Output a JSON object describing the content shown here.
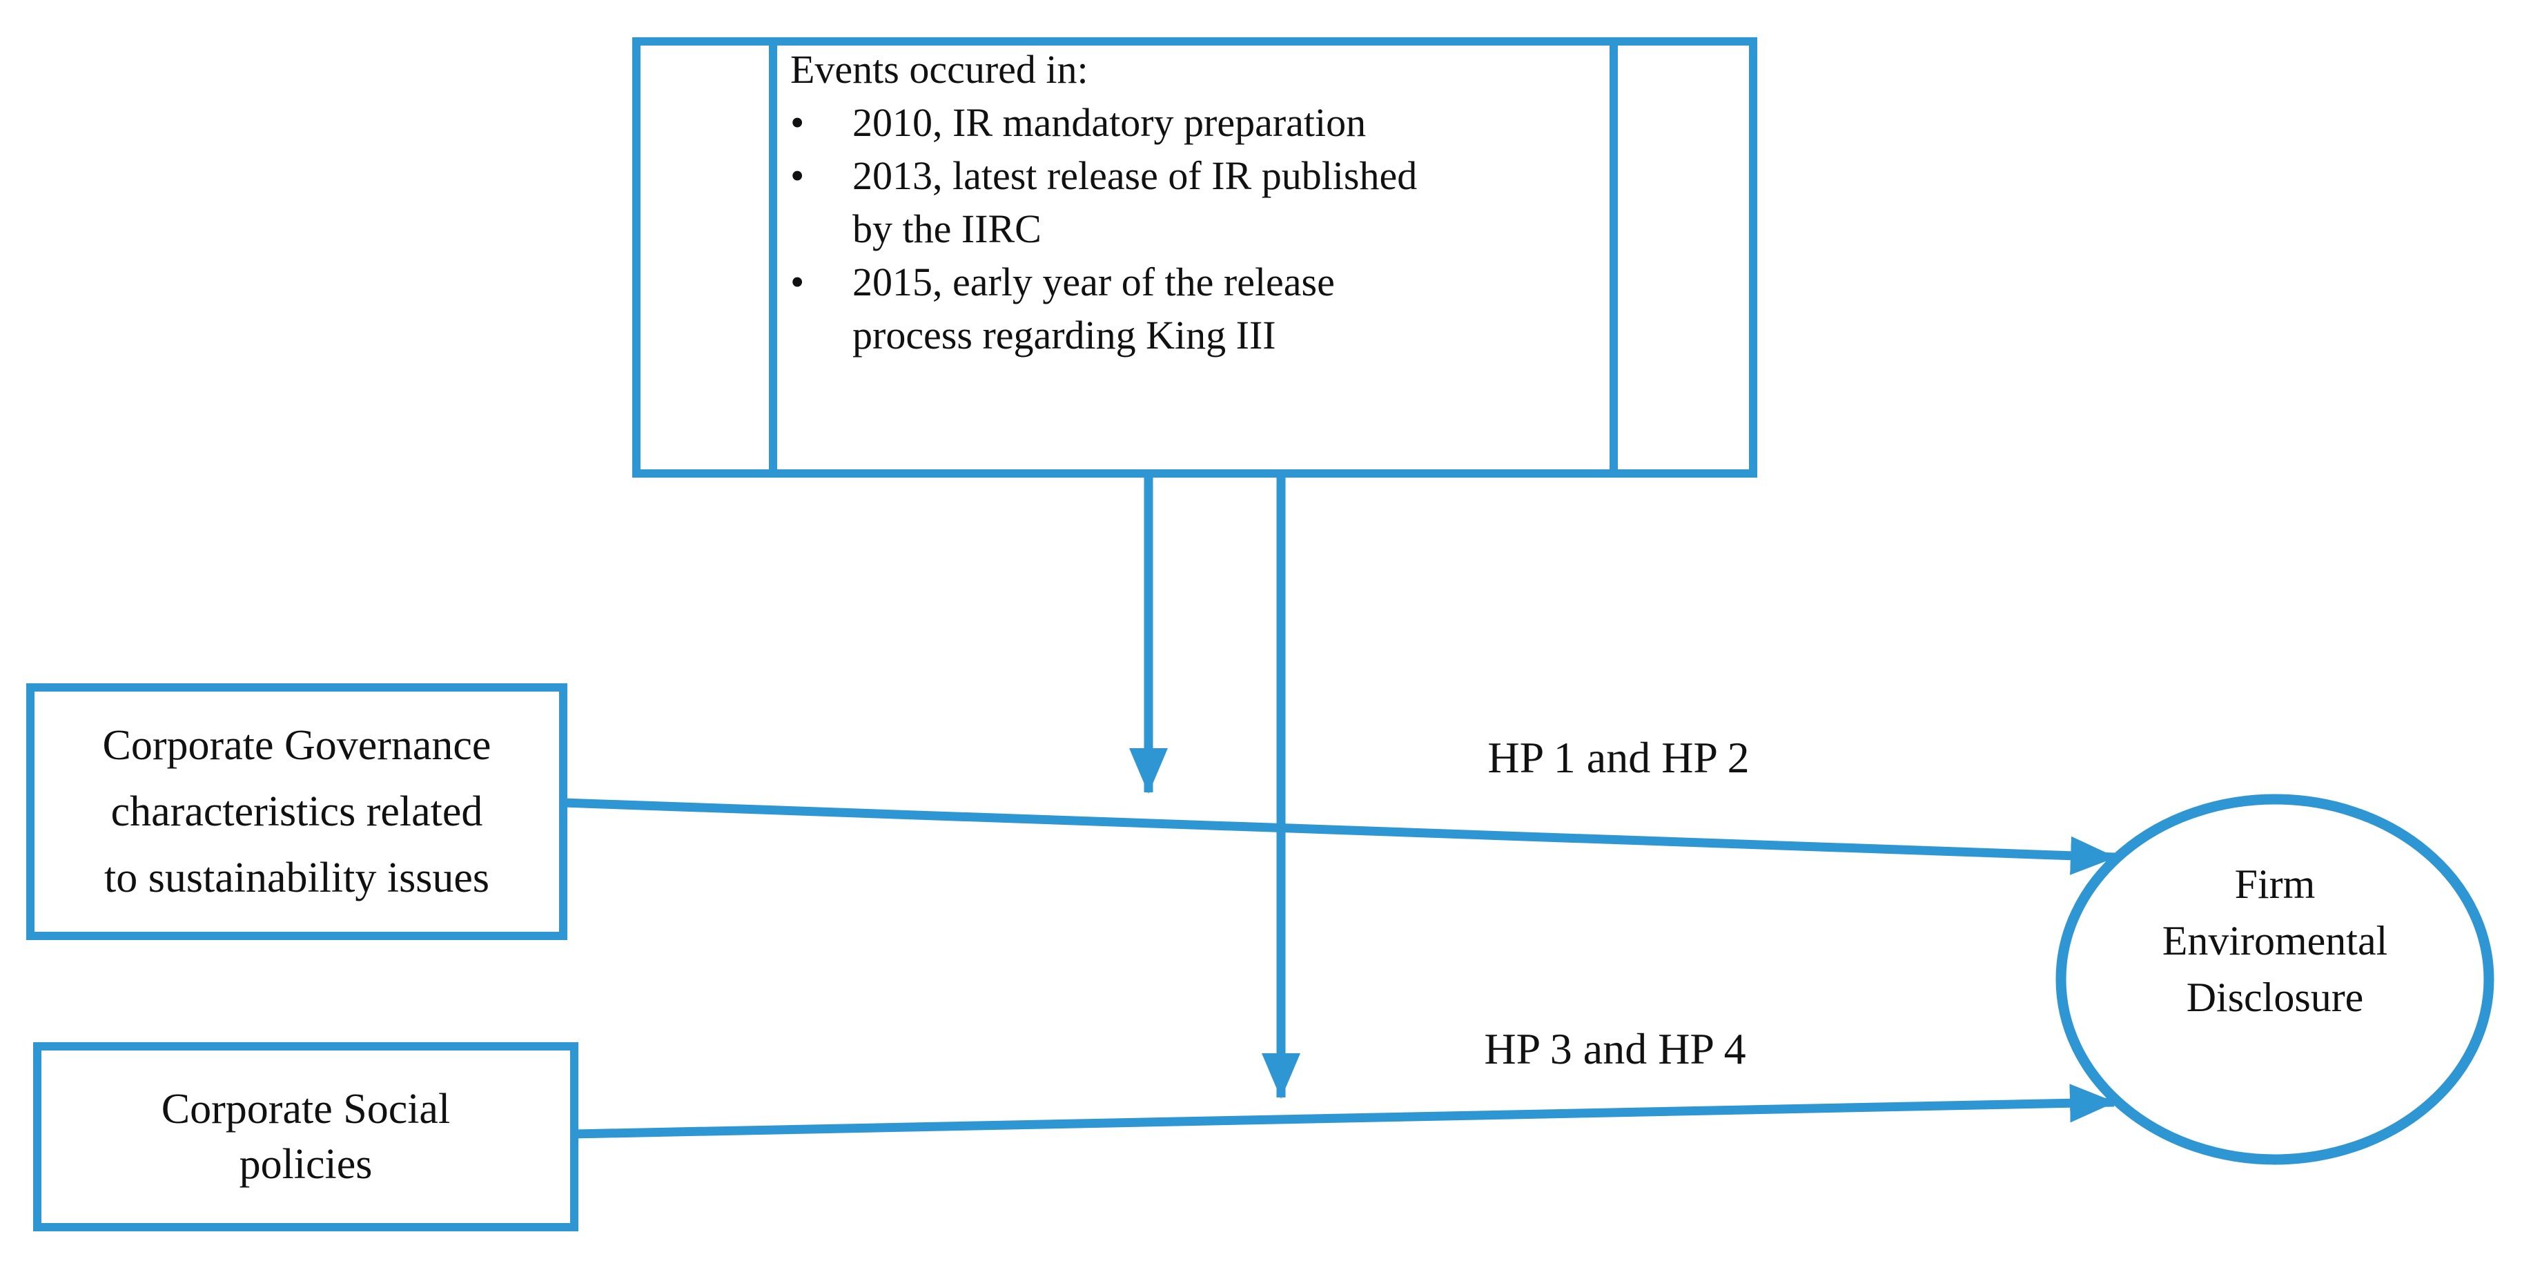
{
  "colors": {
    "accent_blue": "#2e96d3",
    "text_black": "#111111",
    "background": "#ffffff"
  },
  "events_box": {
    "heading": "Events occured in:",
    "bullet_glyph": "•",
    "bullets": [
      {
        "lines": [
          "2010, IR mandatory preparation"
        ]
      },
      {
        "lines": [
          "2013, latest release of IR published",
          "by the IIRC"
        ]
      },
      {
        "lines": [
          "2015, early year of the release",
          "process regarding King III"
        ]
      }
    ]
  },
  "governance_box": {
    "lines": [
      "Corporate Governance",
      "characteristics related",
      "to sustainability issues"
    ]
  },
  "social_box": {
    "lines": [
      "Corporate Social",
      "policies"
    ]
  },
  "hypothesis_labels": {
    "upper": "HP 1 and HP 2",
    "lower": "HP 3 and HP 4"
  },
  "outcome_ellipse": {
    "lines": [
      "Firm",
      "Enviromental",
      "Disclosure"
    ]
  }
}
